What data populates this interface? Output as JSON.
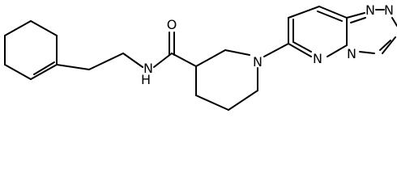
{
  "structure": {
    "atoms": {
      "oxygen": "O",
      "amide_nh": "N",
      "amide_h": "H",
      "piperidine_n": "N",
      "pyridazine_n": "N",
      "triazole_n_top_left": "N",
      "triazole_n_top_right": "N",
      "triazole_n_bridge": "N"
    },
    "colors": {
      "bond": "#000000",
      "label": "#000000",
      "background": "#ffffff"
    }
  }
}
